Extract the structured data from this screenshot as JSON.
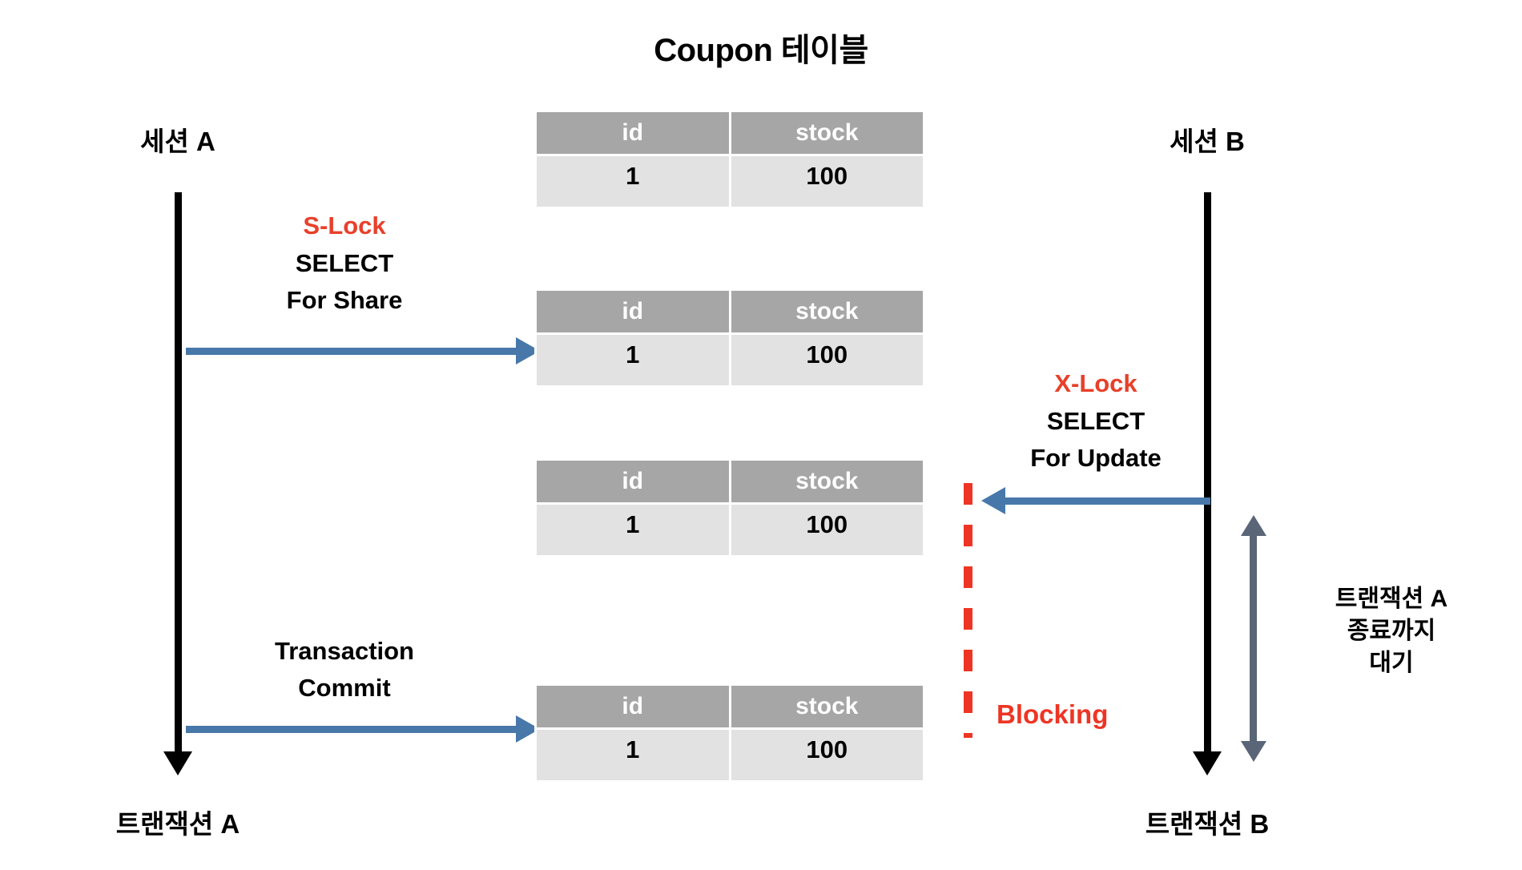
{
  "diagram": {
    "title": "Coupon 테이블",
    "background_color": "#ffffff"
  },
  "colors": {
    "lock_red": "#e8402a",
    "blocking_red": "#ee3524",
    "arrow_blue": "#4878aa",
    "wait_gray": "#5a6578",
    "table_header_bg": "#a6a6a6",
    "table_row_bg": "#e2e2e2",
    "lifeline_black": "#000000"
  },
  "left_session": {
    "header_label": "세션 A",
    "footer_label": "트랜잭션 A",
    "steps": [
      {
        "lock_label": "S-Lock",
        "statement_line1": "SELECT",
        "statement_line2": "For Share",
        "arrow_direction": "right"
      },
      {
        "lock_label": "",
        "statement_line1": "Transaction",
        "statement_line2": "Commit",
        "arrow_direction": "right"
      }
    ]
  },
  "right_session": {
    "header_label": "세션 B",
    "footer_label": "트랜잭션 B",
    "steps": [
      {
        "lock_label": "X-Lock",
        "statement_line1": "SELECT",
        "statement_line2": "For Update",
        "arrow_direction": "left"
      }
    ],
    "wait": {
      "line1": "트랜잭션 A",
      "line2": "종료까지",
      "line3": "대기"
    }
  },
  "blocking": {
    "label": "Blocking"
  },
  "tables": [
    {
      "id": "table-1",
      "columns": [
        "id",
        "stock"
      ],
      "rows": [
        [
          "1",
          "100"
        ]
      ]
    },
    {
      "id": "table-2",
      "columns": [
        "id",
        "stock"
      ],
      "rows": [
        [
          "1",
          "100"
        ]
      ]
    },
    {
      "id": "table-3",
      "columns": [
        "id",
        "stock"
      ],
      "rows": [
        [
          "1",
          "100"
        ]
      ]
    },
    {
      "id": "table-4",
      "columns": [
        "id",
        "stock"
      ],
      "rows": [
        [
          "1",
          "100"
        ]
      ]
    }
  ]
}
